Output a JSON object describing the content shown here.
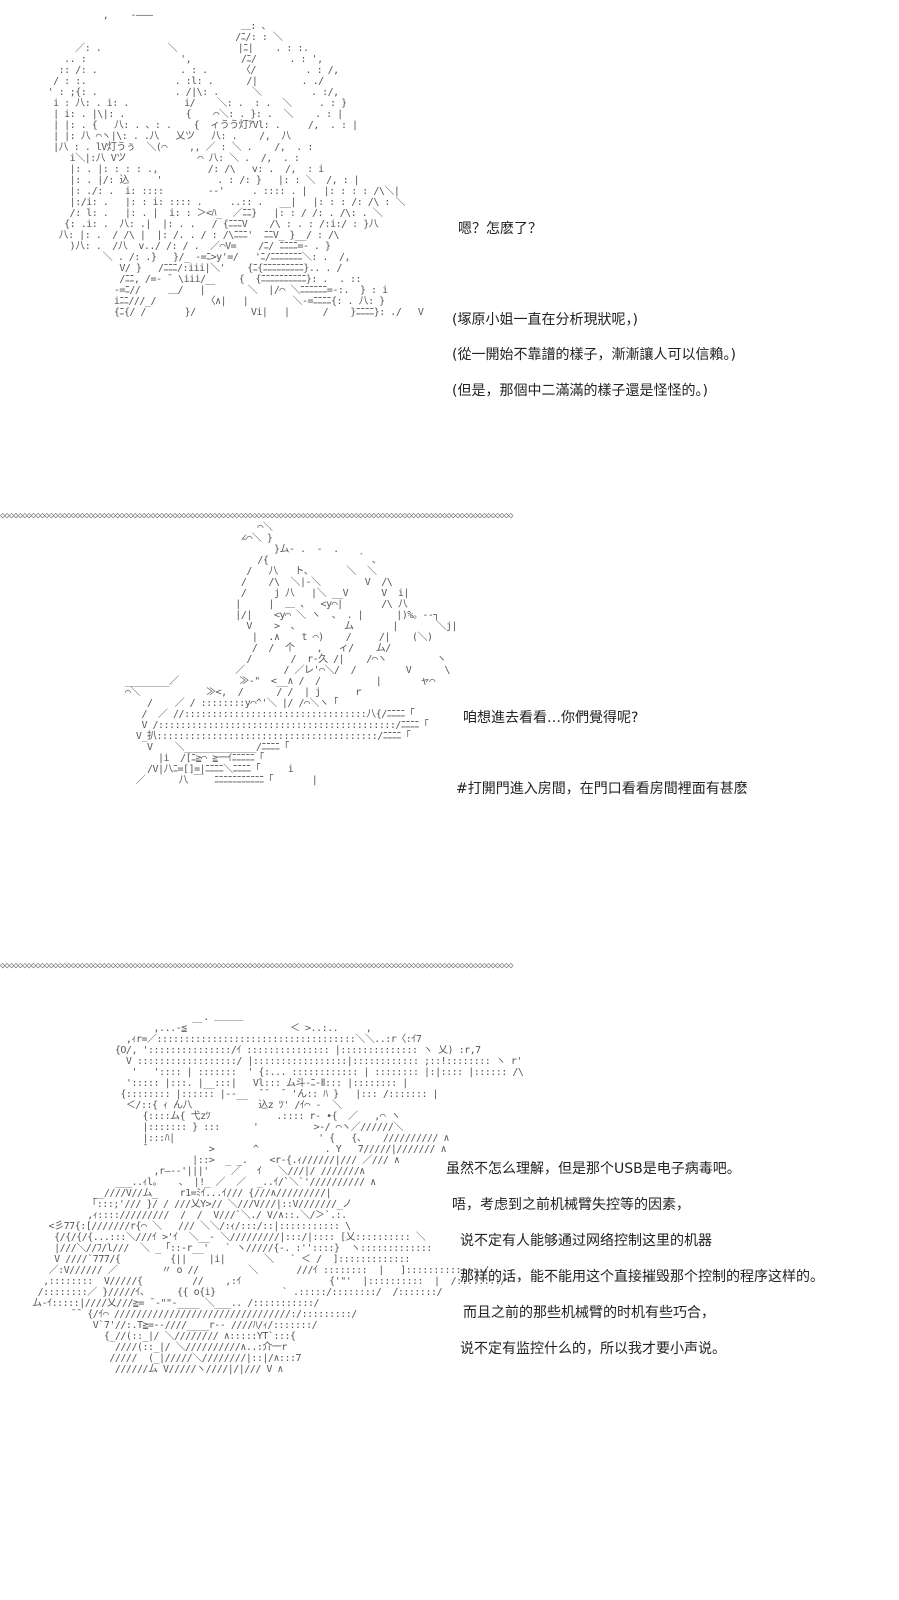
{
  "panel1": {
    "art": "               ,    -――― \n                                        ＿: 、\n                                       /ﾆ/: : ＼\n          ／: .            ＼           |ﾆ|    . : :.\n        .. :                 ',         /ﾆ/      . : ',\n       :: /: .               . : .      〈/         . : /,\n      / : :.                . :l: .      /|        . ./\n     ' : ;{: .              . /|\\: .      ＼         . :/,\n      i : 八: . i: .          i/    ＼: .  : .  ＼     . : }\n      | i: . |\\|: .           {    ⌒＼: . }: .  ＼    . : |\n      | |: . {   八: . 、: .    {  ィうう灯ｱVl: .     /,  . : |\n      | |: 八 ⌒ヽ|\\: . .八   乂ツ   八: .    /,  八\n      |八 : . lV灯うぅ  ＼(⌒    ,, ／ : ＼ .    /,  . :\n         i＼|:八 Vツ             ⌒ 八: ＼ .  /,  . :\n         |: . |: : : : .,         /: /\\   v: .  /,  : i\n         |: . |/: 込     '          . : /: }   |: : ＼  /, : |\n         |: ./: .  i: ::::        ‐-'     . :::: . |   |: : : : /\\＼|\n         |:/i: .   |: : i: :::: .     ..:: .   __|   |: : : /: /\\ : ＼\n         /: l: .   |: . |  i: : ＞<ﾊ_  ／ﾆﾆ}   |: : / /: . /\\: . ＼\n        {: .i: .  八: .|  |: . .   / {ﾆﾆﾆV    /\\ : . : /:i:/ : }八\n       八: |: .  / /\\ |  |: /. . / : /\\ﾆﾆﾆ'  ﾆﾆV_ }__/ : /\\\n         )八: .  /八  v../ /: / .  ／⌒V=    /ﾆ/ ﾆﾆﾆﾆ=- . }\n               ＼ . /: .}   }/_ -=ﾆ>y'=/   'ﾆ/ﾆﾆﾆﾆﾆﾆﾆ＼: .  /,\n                  V/ }   /ﾆﾆﾆ/:iii|＼'    {ﾆ{ﾆﾆﾆﾆﾆﾆﾆﾆﾆ}.. . /\n                  /ﾆﾆ, /=- ¯ \\iii/      {  {ﾆﾆﾆﾆﾆﾆﾆﾆﾆﾆ}: .  . ::\n                 -=ﾆ//     ＿/   |￣      ＼  |/⌒ ＼ﾆﾆﾆﾆﾆﾆ=-:.  } : i\n                 iﾆﾆ///_/         〈∧|   |        ＼-=ﾆﾆﾆﾆ{: . 八: }\n                 {ﾆ{/ /       }/          Vi|   |      /    }ﾆﾆﾆﾆ}: ./   V",
    "lines": [
      "嗯？怎麽了？",
      "(塚原小姐一直在分析現狀呢，)",
      "(從一開始不靠譜的樣子，漸漸讓人可以信賴。)",
      "(但是，那個中二滿滿的樣子還是怪怪的。)"
    ]
  },
  "divider_text": "◇◇◇◇◇◇◇◇◇◇◇◇◇◇◇◇◇◇◇◇◇◇◇◇◇◇◇◇◇◇◇◇◇◇◇◇◇◇◇◇◇◇◇◇◇◇◇◇◇◇◇◇◇◇◇◇◇◇◇◇◇◇◇◇◇◇◇◇◇◇◇◇◇◇◇◇◇◇◇◇◇◇◇◇◇◇◇◇◇◇◇◇◇◇◇◇◇◇◇◇◇◇◇◇◇◇◇◇◇◇◇◇◇◇◇◇",
  "panel2": {
    "art": "                                           ⌒＼\n                                        ∠⌒＼ }\n                                              }ム- .  -  .\n                                           /{                ｀ 、\n                                         /   八   ト、      ＼  ＼\n                                        /    /\\  ＼|-＼        V  /\\\n                                        /     j 八   |＼ __V      V  i|\n                                       |     |  ＿ 、  <y⌒|       /\\ 八\n                                       |/|    <y⌒ ＼ ヽ  、 . |      |)%。--┐\n                                         V    >  、        ム       |       ＼j|\n                                          |  .∧    t ⌒)    /     /|    (＼)\n                                          /  /  个    ,   ィ/    ム/\n                                         /       /  r-久 /|    /⌒ヽ         ヽ\n                                       ／       / ／レ'⌒＼/  /         V      \\\n                   ________／           ≫‐\"  <__∧ /  /          |       ャ⌒\n                   ⌒＼            ≫<,  /      / /  | j      ｒ\n                       /    ／ / ::::::::y⌒^'＼ |/ /⌒＼ヽ「\n                      /  ／ //:::::::::::::::::::::::::::::::::八{/ﾆﾆﾆﾆ「\n                      V /:::::::::::::::::::::::::::::::::::::::::::/ﾆﾆﾆﾆ「\n                     V_扒::::::::::::::::::::::::::::::::::::::::/ﾆﾆﾆﾆ「\n                       V    ＼_____________/ﾆﾆﾆﾆ「\n                         |i  /[ﾆ≧⌒ ≧一ｲﾆﾆﾆﾆﾆ「\n                       /V|八ﾆ=[]=|ﾆﾆﾆﾆ＼ﾆﾆﾆﾆ「     i\n                     ／      八 ￣  ﾆﾆﾆﾆﾆﾆﾆﾆﾆﾆﾆ「       |",
    "lines": [
      "咱想進去看看…你們覺得呢?",
      "#打開門進入房間，在門口看看房間裡面有甚麽"
    ]
  },
  "panel3": {
    "art": "                                   . ＿＿＿\n                          ,...-≦ ￣                ＜ >..:..     ,\n                     ,ｨr=／::::::::::::::::::::::::::::::::::::＼＼..:r〈:ｲ7\n                   {O/, ':::::::::::::::/ｲ ::::::::::::::: |:::::::::::::: ヽ 乂) :r,7\n                     V ::::::::::::::::::/ |:::::::::::::::::|:::::::::::: ;::!:::::::: ヽ r'\n                      '   ':::: | :::::::  ' {:... :::::::::::: | :::::::: |:|:::: |:::::: /\\\n                     '::::: |:::. |__:::|   Vl::: ム斗-ﾆ-Ⅱ::: |:::::::: |\n                    {:::::::: |:::::: |--__  ¯¯  ¯ 'ん:: ﾊ }   |::: /::::::: |\n                     ＜/::{ ｨ ん八            込z ﾂ' /ｲ⌒ -  ＼\n                        {::::ム{ 弋zﾂ            .:::: r- •{  ／   ,⌒ ヽ\n                        |::::::: } :::      '          >-/ ⌒ヽ／//////＼\n                        |:::ﾊ|                          ' {   {、   ////////// ∧\n                        ¯           >       ^            . Y   7/////|/////// ∧\n                                 |::>  _ _.    <r-{.ｨ//////|/// ／/// ∧\n                          ,r―‐‐'|||'    ／   ｲ   ＼///|/ ///////∧\n                   ___..ｨl。   、 |!_ ／  ／  _..ｲ/`＼`'////////// ∧\n               __////V//ム_    r1=ﾐｲ...ｲ/// {///∧/////////|\n              「:::;'/// }/ / ///乂Y>// ＼///V///|::V///////_ノ\n              ,ｨ:::://///////  /  /  V///`＼./ V/∧::.＼/＞`.:.\n       <彡77{:[///////r{⌒ ＼   /// ＼＼/:ｨ/:::/::|::::::::::: \\\n        {/{/{/{...:::＼///ｲ >'ｲ  ＼__- ＼/////////|:::/|:::: [乂:::::::::: ＼\n        |///＼//ﾌ/l///  ＼ _「::-r__'   ` ヽ/////{-. :''::::}  ヽ:::::::::::::\n        V ////`777/{         {||    |i|       ＼   ` ＜ /  ]:::::::::::::\n       ／:V////// ／        〃 o //         ＼       ///ｲ ::::::::  |   ]::::::::::::: /\n      ,::::::::  V/////{         //    ,:ｲ                {'\"'  |::::::::::  |  /::::::::/\n     /::::::::／ }/////ｲ、     {{ o{i}            ` .:::::/::::::::/  /:::::::/\n    ム-ｲ:::::|////乂///≧= ¯‐\"\"-____ ＼___.. /:::::::::::/\n           ¯¯ {/ｲ⌒ ////////////////////////////////:/:::::::::/\n               V`7'//:.T≧=--////____r-- ////ﾊ/ｨ/:::::::/\n                 {_//(::_|/ ＼//////// ∧:::::YT`:::{\n                   ////(::_|/ ＼//////////∧..:介一r\n                  /////  (_|/////＼////////|::|/∧:::7\n                   //////ム V/////ヽ////|/|/// V ∧",
    "lines": [
      "虽然不怎么理解，但是那个USB是电子病毒吧。",
      "唔，考虑到之前机械臂失控等的因素，",
      "说不定有人能够通过网络控制这里的机器",
      "那样的话，能不能用这个直接摧毁那个控制的程序这样的。",
      "而且之前的那些机械臂的时机有些巧合，",
      "说不定有监控什么的，所以我才要小声说。"
    ]
  }
}
